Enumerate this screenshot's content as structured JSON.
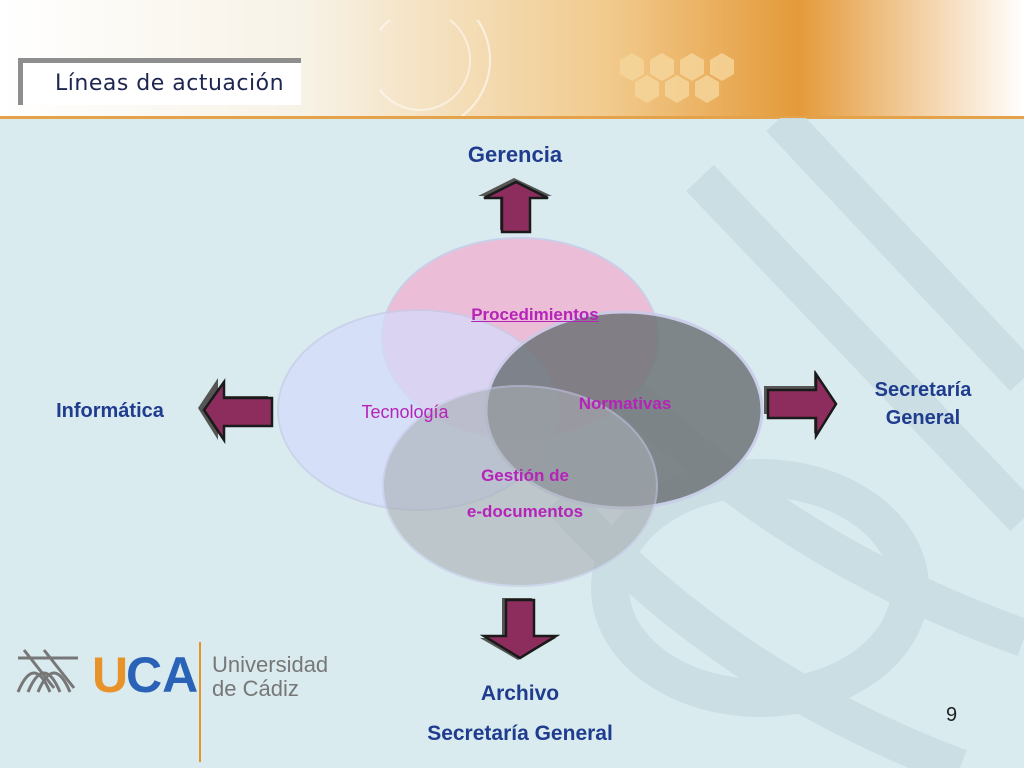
{
  "title": "Líneas de actuación",
  "diagram": {
    "circles": {
      "procedimientos": "Procedimientos",
      "tecnologia": "Tecnología",
      "normativas": "Normativas",
      "gestion_line1": "Gestión de",
      "gestion_line2": "e-documentos"
    },
    "targets": {
      "top": "Gerencia",
      "left": "Informática",
      "right_line1": "Secretaría",
      "right_line2": "General",
      "bottom_line1": "Archivo",
      "bottom_line2": "Secretaría General"
    }
  },
  "logo": {
    "u": "U",
    "ca": "CA",
    "name_line1": "Universidad",
    "name_line2": "de Cádiz"
  },
  "page_number": "9",
  "colors": {
    "background": "#d9ebef",
    "arrow_fill": "#8c2d5e",
    "label_blue": "#203c8e",
    "circle_label": "#b523b8"
  }
}
